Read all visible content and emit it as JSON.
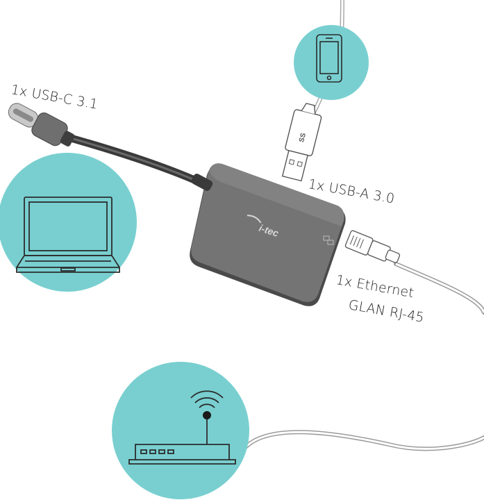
{
  "labels": {
    "usb_c": "1x USB-C 3.1",
    "usb_a": "1x USB-A 3.0",
    "ethernet_line1": "1x Ethernet",
    "ethernet_line2": "GLAN RJ-45"
  },
  "device": {
    "logo_text": "i-tec"
  },
  "port_marks": {
    "usb_a_logo": "SS"
  },
  "colors": {
    "circle_fill": "#79cfd0",
    "icon_stroke": "#2b2b2b",
    "hub_body": "#6f6f6f",
    "hub_edge": "#4b4b4b",
    "cable": "#3e3e3e",
    "thin_cable": "#9a9a9a"
  },
  "icons": {
    "phone": "smartphone-icon",
    "laptop": "laptop-icon",
    "router": "wifi-router-icon"
  }
}
